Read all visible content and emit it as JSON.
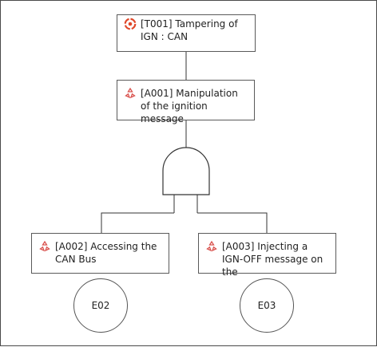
{
  "diagram": {
    "threat": {
      "label": "[T001] Tampering of IGN : CAN",
      "icon": "threat-icon",
      "icon_color": "#e0482a"
    },
    "attacks": [
      {
        "label": "[A001] Manipulation of the ignition message",
        "icon": "attack-step-icon"
      },
      {
        "label": "[A002] Accessing the CAN Bus",
        "icon": "attack-step-icon"
      },
      {
        "label": "[A003] Injecting a IGN-OFF message on the",
        "icon": "attack-step-icon"
      }
    ],
    "gate": {
      "type": "AND",
      "icon": "and-gate-icon"
    },
    "events": [
      {
        "label": "E02"
      },
      {
        "label": "E03"
      }
    ],
    "colors": {
      "line": "#333333",
      "node_border": "#5a5a5a",
      "attack_icon": "#d9534f"
    }
  }
}
